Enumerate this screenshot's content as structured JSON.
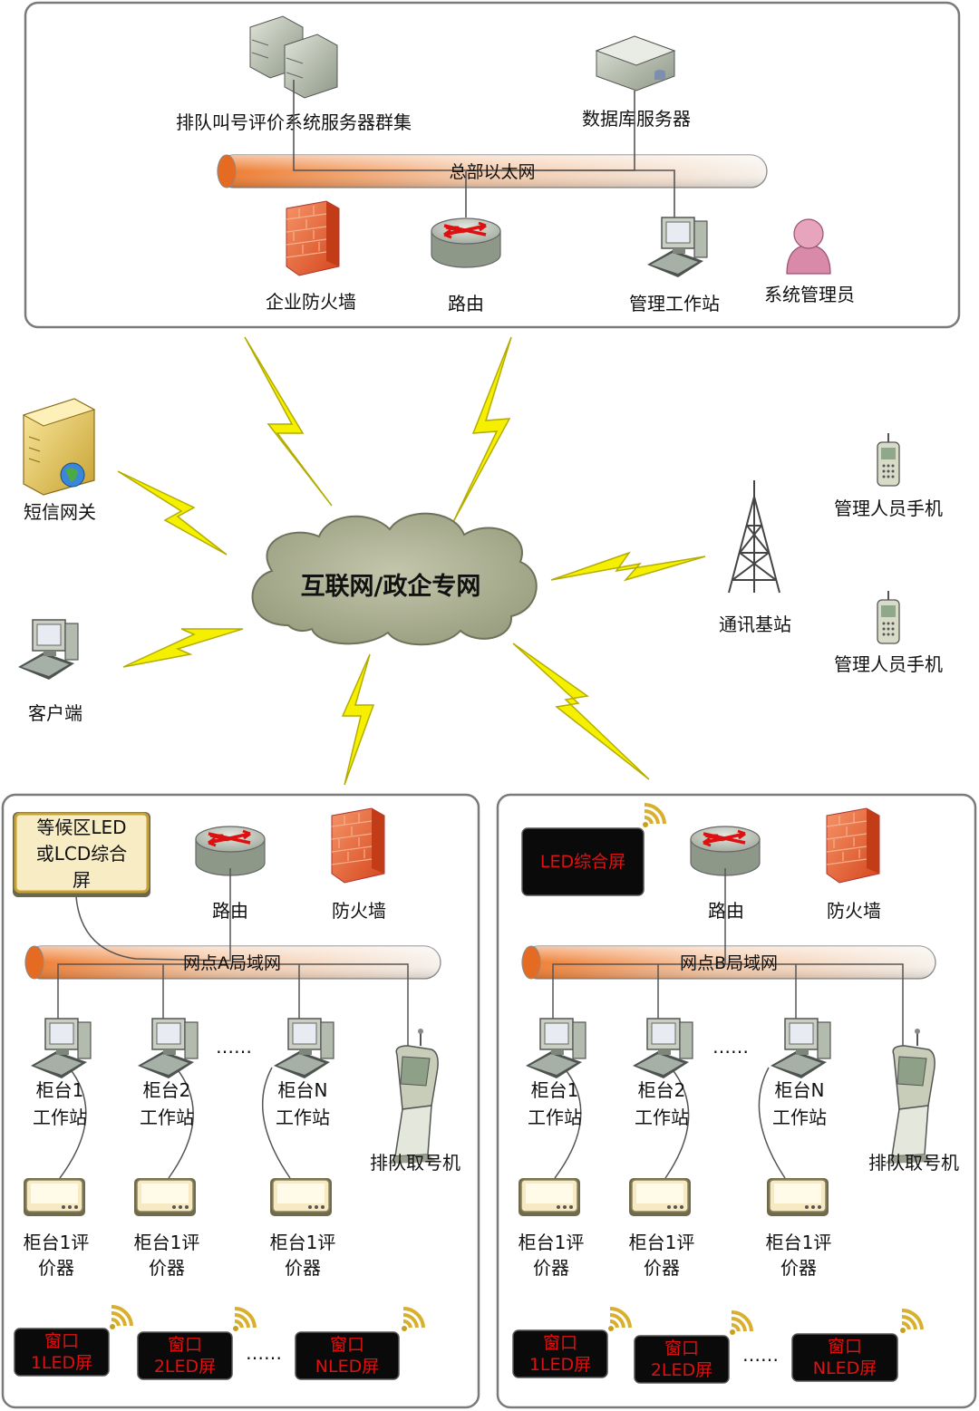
{
  "hq": {
    "server_cluster": "排队叫号评价系统服务器群集",
    "db_server": "数据库服务器",
    "ethernet": "总部以太网",
    "firewall": "企业防火墙",
    "router": "路由",
    "mgmt_workstation": "管理工作站",
    "sys_admin": "系统管理员"
  },
  "cloud": "互联网/政企专网",
  "left": {
    "sms_gateway": "短信网关",
    "client": "客户端"
  },
  "right": {
    "base_station": "通讯基站",
    "phone1": "管理人员手机",
    "phone2": "管理人员手机"
  },
  "branch_a": {
    "screen_line1": "等候区LED",
    "screen_line2": "或LCD综合",
    "screen_line3": "屏",
    "router": "路由",
    "firewall": "防火墙",
    "lan": "网点A局域网",
    "ticket_machine": "排队取号机",
    "ellipsis": "……",
    "workstations": [
      {
        "l1": "柜台1",
        "l2": "工作站"
      },
      {
        "l1": "柜台2",
        "l2": "工作站"
      },
      {
        "l1": "柜台N",
        "l2": "工作站"
      }
    ],
    "evaluators": [
      {
        "l1": "柜台1评",
        "l2": "价器"
      },
      {
        "l1": "柜台1评",
        "l2": "价器"
      },
      {
        "l1": "柜台1评",
        "l2": "价器"
      }
    ],
    "leds": [
      {
        "l1": "窗口",
        "l2": "1LED屏"
      },
      {
        "l1": "窗口",
        "l2": "2LED屏"
      },
      {
        "l1": "窗口",
        "l2": "NLED屏"
      }
    ]
  },
  "branch_b": {
    "led_screen": "LED综合屏",
    "router": "路由",
    "firewall": "防火墙",
    "lan": "网点B局域网",
    "ticket_machine": "排队取号机",
    "ellipsis": "……",
    "workstations": [
      {
        "l1": "柜台1",
        "l2": "工作站"
      },
      {
        "l1": "柜台2",
        "l2": "工作站"
      },
      {
        "l1": "柜台N",
        "l2": "工作站"
      }
    ],
    "evaluators": [
      {
        "l1": "柜台1评",
        "l2": "价器"
      },
      {
        "l1": "柜台1评",
        "l2": "价器"
      },
      {
        "l1": "柜台1评",
        "l2": "价器"
      }
    ],
    "leds": [
      {
        "l1": "窗口",
        "l2": "1LED屏"
      },
      {
        "l1": "窗口",
        "l2": "2LED屏"
      },
      {
        "l1": "窗口",
        "l2": "NLED屏"
      }
    ]
  },
  "colors": {
    "pipe_orange": "#ee7a2e",
    "bolt": "#f4f000",
    "cloud": "#a8ac90",
    "led_bg": "#0a0a0a",
    "led_text": "#e01010",
    "firewall": "#e8643a"
  }
}
